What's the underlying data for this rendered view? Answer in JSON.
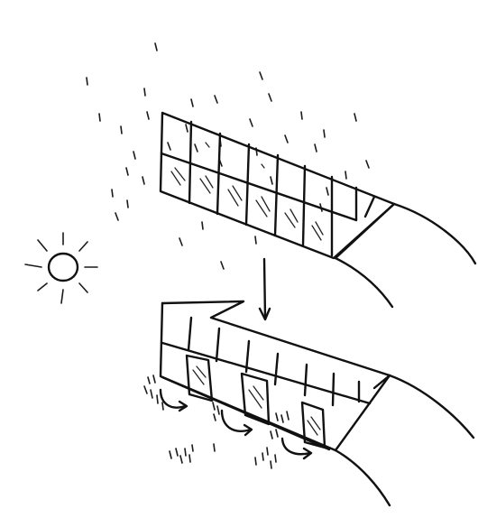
{
  "figure": {
    "description_labels": [],
    "elements": {
      "rain": "rain-drops",
      "sun": "sun-icon",
      "arrow": "down-arrow-icon",
      "top_canopy": "closed-facade",
      "bottom_canopy": "open-louvres",
      "airflow": "airflow-arrows",
      "hill_top": "hill-slope",
      "hill_bottom": "hill-slope"
    },
    "colors": {
      "ink": "#111111",
      "paper": "#ffffff"
    }
  }
}
